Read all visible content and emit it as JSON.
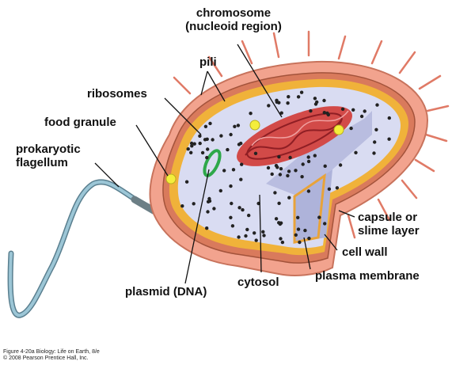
{
  "labels": {
    "chromosome_line1": "chromosome",
    "chromosome_line2": "(nucleoid region)",
    "pili": "pili",
    "ribosomes": "ribosomes",
    "food_granule": "food granule",
    "flagellum_line1": "prokaryotic",
    "flagellum_line2": "flagellum",
    "capsule_line1": "capsule or",
    "capsule_line2": "slime layer",
    "cell_wall": "cell wall",
    "plasma_membrane": "plasma membrane",
    "cytosol": "cytosol",
    "plasmid": "plasmid (DNA)"
  },
  "credit": {
    "line1": "Figure 4-20a  Biology: Life on Earth, 8/e",
    "line2": "© 2008 Pearson Prentice Hall, Inc."
  },
  "colors": {
    "capsule": "#f2a38e",
    "cell_wall": "#d97a5c",
    "membrane": "#f0b23a",
    "cytosol": "#d9dcf2",
    "chromosome": "#c8343a",
    "plasmid": "#2ea84a",
    "flagellum": "#9cc6d6",
    "ribosome": "#222222",
    "food_granule": "#f4ee3c"
  }
}
